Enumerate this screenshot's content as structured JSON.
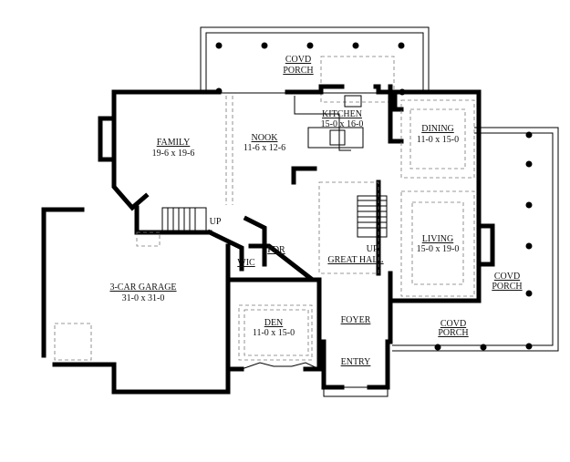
{
  "rooms": {
    "covd_porch_top": {
      "name1": "COVD",
      "name2": "PORCH"
    },
    "kitchen": {
      "name": "KITCHEN",
      "size": "15-0 x 16-0"
    },
    "nook": {
      "name": "NOOK",
      "size": "11-6 x 12-6"
    },
    "family": {
      "name": "FAMILY",
      "size": "19-6 x 19-6"
    },
    "dining": {
      "name": "DINING",
      "size": "11-0 x 15-0"
    },
    "living": {
      "name": "LIVING",
      "size": "15-0 x 19-0"
    },
    "garage": {
      "name": "3-CAR GARAGE",
      "size": "31-0 x 31-0"
    },
    "den": {
      "name": "DEN",
      "size": "11-0 x 15-0"
    },
    "great_hall": {
      "name": "GREAT HALL"
    },
    "foyer": {
      "name": "FOYER"
    },
    "entry": {
      "name": "ENTRY"
    },
    "pdr": {
      "name": "PDR"
    },
    "wic": {
      "name": "WIC"
    },
    "covd_porch_right": {
      "name1": "COVD",
      "name2": "PORCH"
    },
    "covd_porch_front": {
      "name1": "COVD",
      "name2": "PORCH"
    }
  },
  "stairs": {
    "up_left": "UP",
    "up_hall": "UP"
  }
}
